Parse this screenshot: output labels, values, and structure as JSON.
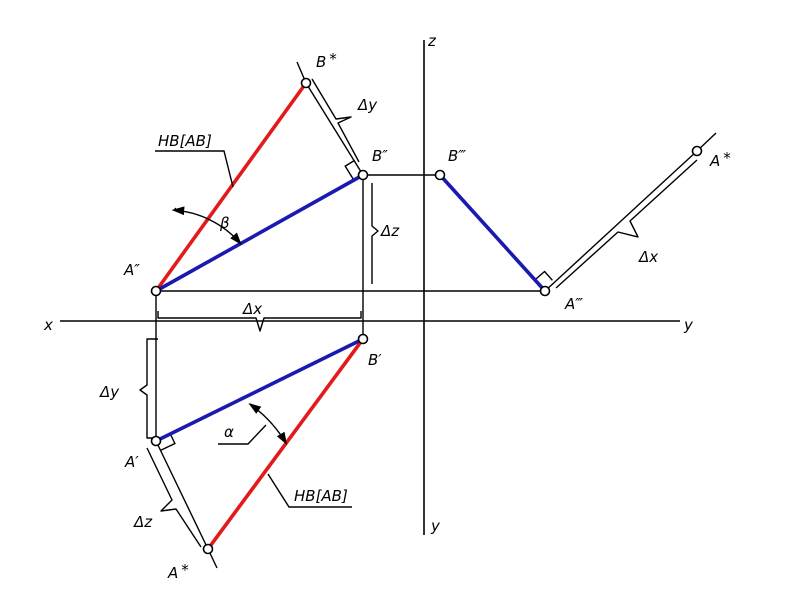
{
  "colors": {
    "ink": "#000000",
    "true_length": "#e31a1c",
    "projection": "#1a1ab0",
    "background": "#ffffff"
  },
  "axes": {
    "x": "x",
    "y_horizontal": "y",
    "y_vertical": "y",
    "z": "z"
  },
  "points": {
    "a_front": "A″",
    "b_front": "B″",
    "a_top": "A′",
    "b_top": "B′",
    "a_side": "A‴",
    "b_side": "B‴",
    "a_star_bottom": "A",
    "b_star_top": "B",
    "a_star_right": "A",
    "star": "*"
  },
  "dimensions": {
    "dy_top": "Δy",
    "dz_right": "Δz",
    "dx_middle": "Δx",
    "dy_left": "Δy",
    "dz_bottom": "Δz",
    "dx_right": "Δx"
  },
  "angles": {
    "beta": "β",
    "alpha": "α"
  },
  "leader_labels": {
    "top": "HB[AB]",
    "bottom": "HB[AB]"
  }
}
